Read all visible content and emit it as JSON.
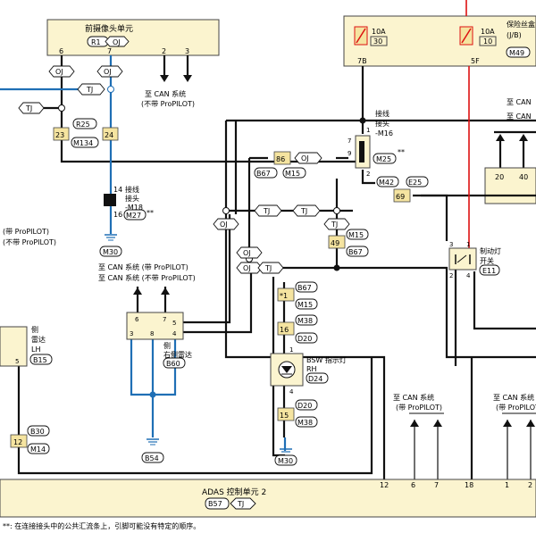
{
  "top_unit": {
    "title": "前摄像头单元",
    "conn": "R1",
    "conn_tag": "OJ",
    "pins": [
      "6",
      "7",
      "2",
      "3"
    ]
  },
  "can_note_top": {
    "line1": "至 CAN 系统",
    "line2": "(不带 ProPILOT)"
  },
  "fuse_box": {
    "title": "保险丝盒",
    "sub": "(J/B)",
    "conn": "M49",
    "f1_amp": "10A",
    "f1_no": "30",
    "f2_amp": "10A",
    "f2_no": "10",
    "pin_a": "7B",
    "pin_b": "5F"
  },
  "right_can": {
    "line1": "至 CAN",
    "line2": "至 CAN",
    "pin_a": "20",
    "pin_b": "40"
  },
  "tags": {
    "oj": "OJ",
    "tj": "TJ"
  },
  "left_splice": {
    "r25": "R25",
    "p23": "23",
    "p24": "24",
    "m134": "M134"
  },
  "splice_m18": {
    "line1": "接线",
    "line2": "接头",
    "line3": "-M18",
    "conn": "M27",
    "mark": "**",
    "pin_top": "14",
    "pin_bot": "16"
  },
  "ground_m30_a": "M30",
  "left_labels": {
    "with": "(带 ProPILOT)",
    "without": "(不带 ProPILOT)"
  },
  "splice_m16": {
    "line1": "接线",
    "line2": "接头",
    "line3": "-M16",
    "conn": "M25",
    "mark": "**",
    "p7": "7",
    "p9": "9",
    "p1": "1",
    "p2": "2"
  },
  "conn_86": {
    "pin": "86",
    "c1": "B67",
    "c2": "M15"
  },
  "conn_69": {
    "pin": "69",
    "c1": "M42",
    "c2": "E25"
  },
  "conn_49": {
    "pin": "49",
    "c1": "M15",
    "c2": "B67"
  },
  "brake_sw": {
    "line1": "制动灯",
    "line2": "开关",
    "conn": "E11",
    "p3": "3",
    "p1": "1",
    "p2": "2",
    "p4": "4"
  },
  "can_mid": {
    "line1": "至 CAN 系统 (带 ProPILOT)",
    "line2": "至 CAN 系统 (不带 ProPILOT)"
  },
  "radar_rh": {
    "line1": "侧",
    "line2": "右侧雷达",
    "conn": "B60",
    "p6": "6",
    "p7": "7",
    "p5": "5",
    "p4": "4",
    "p3": "3",
    "p8": "8"
  },
  "radar_lh": {
    "line1": "侧",
    "line2": "雷达",
    "line3": "LH",
    "pin": "5",
    "conn": "B15"
  },
  "bsw_chain": {
    "p_star": "*1",
    "c1": "B67",
    "c2": "M15",
    "c3": "M38",
    "p16": "16",
    "c4": "D20",
    "lamp_line1": "BSW 指示灯",
    "lamp_line2": "RH",
    "lamp_conn": "D24",
    "p1": "1",
    "p4": "4",
    "p15": "15",
    "c5": "D20",
    "c6": "M38",
    "gnd": "M30"
  },
  "ground_b54": "B54",
  "left_bottom": {
    "pin": "12",
    "c1": "B30",
    "c2": "M14"
  },
  "can_bottom_1": {
    "line1": "至 CAN 系统",
    "line2": "(带 ProPILOT)"
  },
  "can_bottom_2": {
    "line1": "至 CAN 系统",
    "line2": "(带 ProPILOT)"
  },
  "adas": {
    "title": "ADAS 控制单元 2",
    "conn": "B57",
    "tag": "TJ",
    "pins": [
      "12",
      "6",
      "7",
      "18",
      "1",
      "2"
    ]
  },
  "footnote": "**: 在连接接头中的公共汇流条上，引脚可能没有特定的顺序。"
}
